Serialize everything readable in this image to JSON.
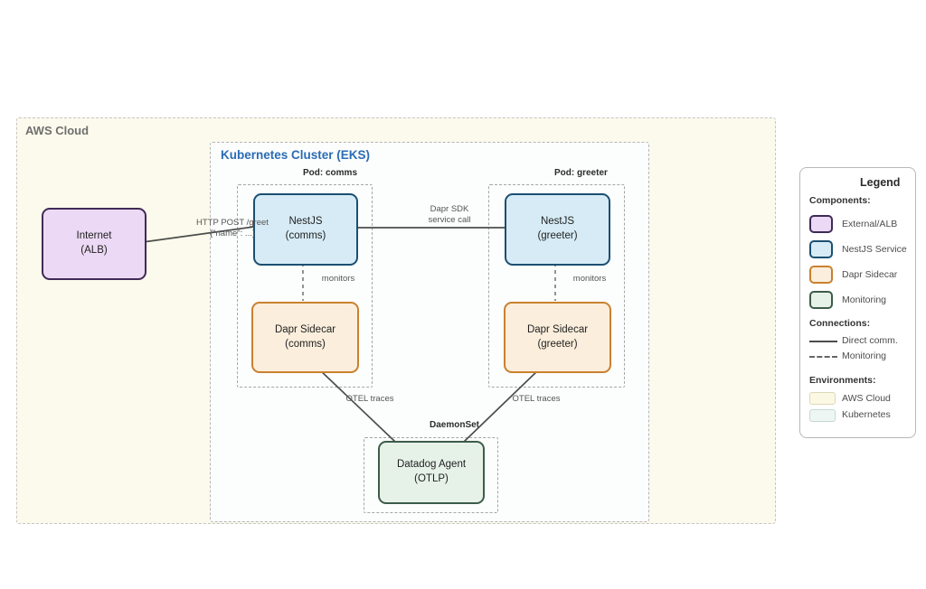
{
  "diagram": {
    "aws_cloud_label": "AWS Cloud",
    "k8s_label": "Kubernetes Cluster (EKS)",
    "pod_comms_label": "Pod: comms",
    "pod_greeter_label": "Pod: greeter",
    "daemonset_label": "DaemonSet",
    "nodes": {
      "internet": {
        "line1": "Internet",
        "line2": "(ALB)"
      },
      "nestjs_comms": {
        "line1": "NestJS",
        "line2": "(comms)"
      },
      "nestjs_greeter": {
        "line1": "NestJS",
        "line2": "(greeter)"
      },
      "dapr_comms": {
        "line1": "Dapr Sidecar",
        "line2": "(comms)"
      },
      "dapr_greeter": {
        "line1": "Dapr Sidecar",
        "line2": "(greeter)"
      },
      "datadog": {
        "line1": "Datadog Agent",
        "line2": "(OTLP)"
      }
    },
    "edges": {
      "http": {
        "line1": "HTTP POST /greet",
        "line2": "{\"name\": ...}"
      },
      "dapr_sdk": {
        "line1": "Dapr SDK",
        "line2": "service call"
      },
      "monitors_comms": "monitors",
      "monitors_greeter": "monitors",
      "otel_comms": "OTEL traces",
      "otel_greeter": "OTEL traces"
    }
  },
  "legend": {
    "title": "Legend",
    "components": {
      "header": "Components:",
      "items": [
        {
          "label": "External/ALB",
          "fill": "#ecd9f5",
          "stroke": "#3f2b56"
        },
        {
          "label": "NestJS Service",
          "fill": "#d6ebf5",
          "stroke": "#1b4f72"
        },
        {
          "label": "Dapr Sidecar",
          "fill": "#fbeedc",
          "stroke": "#c9812f"
        },
        {
          "label": "Monitoring",
          "fill": "#e6f2e8",
          "stroke": "#3d5c4a"
        }
      ]
    },
    "connections": {
      "header": "Connections:",
      "items": [
        {
          "label": "Direct comm.",
          "style": "solid"
        },
        {
          "label": "Monitoring",
          "style": "dashed"
        }
      ]
    },
    "environments": {
      "header": "Environments:",
      "items": [
        {
          "label": "AWS Cloud",
          "fill": "#fbf8e3"
        },
        {
          "label": "Kubernetes",
          "fill": "#eef6f4"
        }
      ]
    }
  },
  "colors": {
    "line": "#4d4d4d",
    "k8s_title": "#2a6cb4",
    "aws_title": "#6f6f6f",
    "aws_background": "#fbfaec",
    "k8s_background": "#fcfdfd"
  }
}
